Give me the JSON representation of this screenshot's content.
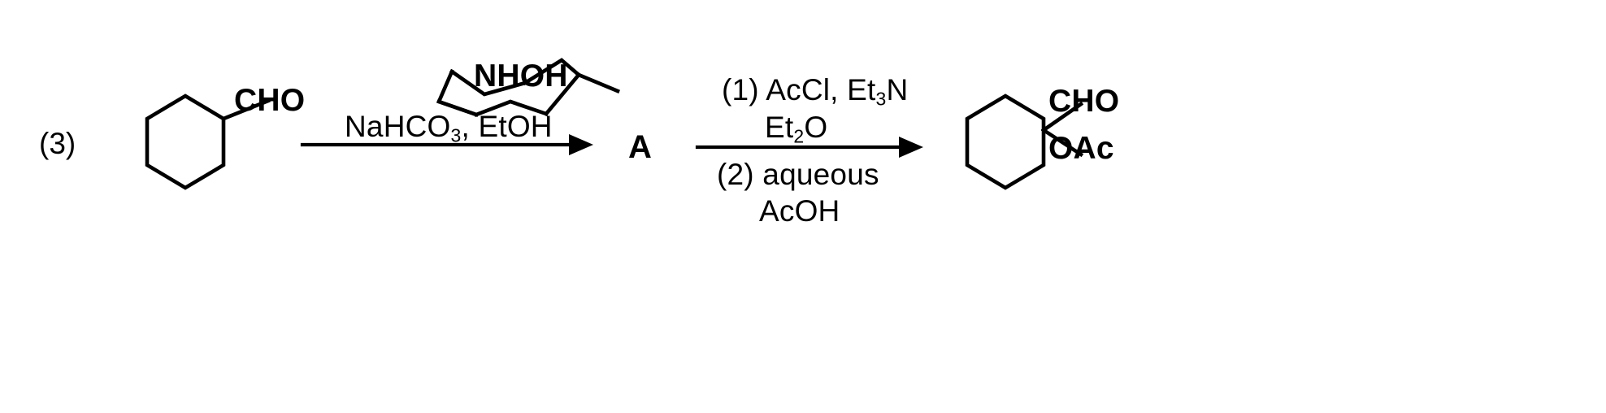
{
  "scheme": {
    "type": "organic-reaction-scheme",
    "problem_label": "(3)",
    "background_color": "#ffffff",
    "ink_color": "#000000",
    "reactant": {
      "name": "cyclohexanecarbaldehyde",
      "ring": "cyclohexane-hexagon",
      "substituent_label": "CHO"
    },
    "step1": {
      "arrow": "reaction-arrow",
      "above_structure": {
        "name": "N-cyclohexylhydroxylamine",
        "ring": "cyclohexane-chair",
        "substituent_label": "NHOH"
      },
      "below_text": "NaHCO",
      "below_text_sub": "3",
      "below_text_tail": ", EtOH"
    },
    "intermediate": {
      "label": "A"
    },
    "step2": {
      "arrow": "reaction-arrow",
      "above_line1_pre": "(1) AcCl, Et",
      "above_line1_sub": "3",
      "above_line1_post": "N",
      "above_line2_pre": "Et",
      "above_line2_sub": "2",
      "above_line2_post": "O",
      "below_line1": "(2) aqueous",
      "below_line2": "AcOH"
    },
    "product": {
      "name": "1-acetoxycyclohexane-1-carbaldehyde",
      "ring": "cyclohexane-hexagon",
      "substituent_top_label": "CHO",
      "substituent_bottom_label": "OAc"
    }
  }
}
